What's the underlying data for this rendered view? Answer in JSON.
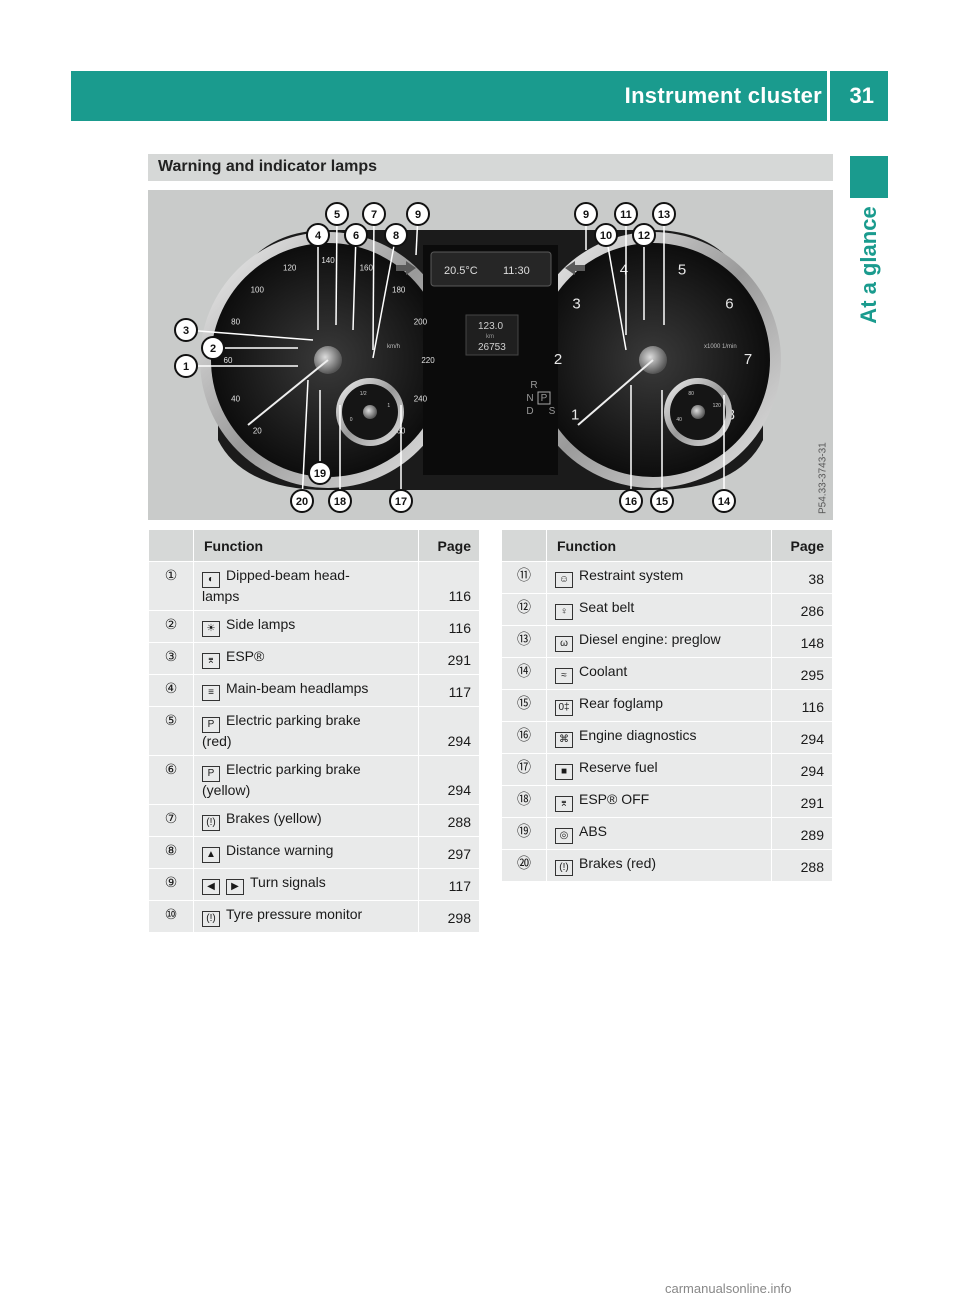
{
  "header": {
    "title": "Instrument cluster",
    "page_number": "31"
  },
  "side_label": "At a glance",
  "section_heading": "Warning and indicator lamps",
  "cluster": {
    "image_code": "P54.33-3743-31",
    "display": {
      "temp": "20.5°C",
      "time": "11:30",
      "trip": "123.0",
      "trip_unit": "km",
      "odo": "26753"
    },
    "gear_letters": [
      "R",
      "N",
      "P",
      "D",
      "S"
    ],
    "callouts": [
      "1",
      "2",
      "3",
      "4",
      "5",
      "6",
      "7",
      "8",
      "9",
      "9",
      "10",
      "11",
      "12",
      "13",
      "14",
      "15",
      "16",
      "17",
      "18",
      "19",
      "20"
    ],
    "speed_ticks": [
      "20",
      "40",
      "60",
      "80",
      "100",
      "120",
      "140",
      "160",
      "180",
      "200",
      "220",
      "240",
      "260"
    ],
    "speed_unit": "km/h",
    "rpm_ticks": [
      "1",
      "2",
      "3",
      "4",
      "5",
      "6",
      "7",
      "8"
    ],
    "rpm_unit": "x1000 1/min",
    "left_small_ticks": [
      "0",
      "1/2",
      "1"
    ],
    "right_small_ticks": [
      "40",
      "80",
      "120"
    ]
  },
  "tables": {
    "left": {
      "headers": {
        "function": "Function",
        "page": "Page"
      },
      "rows": [
        {
          "num": "①",
          "symbol_name": "dipped-beam-icon",
          "symbol": "◐",
          "text": "Dipped-beam head-\nlamps",
          "page": "116"
        },
        {
          "num": "②",
          "symbol_name": "side-lamps-icon",
          "symbol": "☀",
          "text": "Side lamps",
          "page": "116"
        },
        {
          "num": "③",
          "symbol_name": "esp-icon",
          "symbol": "⌆",
          "text": "ESP®",
          "page": "291"
        },
        {
          "num": "④",
          "symbol_name": "main-beam-icon",
          "symbol": "≡",
          "text": "Main-beam headlamps",
          "page": "117"
        },
        {
          "num": "⑤",
          "symbol_name": "parking-brake-icon",
          "symbol": "P",
          "text": "Electric parking brake\n(red)",
          "page": "294"
        },
        {
          "num": "⑥",
          "symbol_name": "parking-brake-icon",
          "symbol": "P",
          "text": "Electric parking brake\n(yellow)",
          "page": "294"
        },
        {
          "num": "⑦",
          "symbol_name": "brakes-icon",
          "symbol": "(!)",
          "text": "Brakes (yellow)",
          "page": "288"
        },
        {
          "num": "⑧",
          "symbol_name": "distance-warning-icon",
          "symbol": "▲",
          "text": "Distance warning",
          "page": "297"
        },
        {
          "num": "⑨",
          "symbol_name": "turn-signals-icon",
          "symbol": "◀",
          "symbol2": "▶",
          "text": "Turn signals",
          "page": "117"
        },
        {
          "num": "⑩",
          "symbol_name": "tyre-pressure-icon",
          "symbol": "(!)",
          "text": "Tyre pressure monitor",
          "page": "298"
        }
      ]
    },
    "right": {
      "headers": {
        "function": "Function",
        "page": "Page"
      },
      "rows": [
        {
          "num": "⑪",
          "symbol_name": "restraint-system-icon",
          "symbol": "☺",
          "text": "Restraint system",
          "page": "38"
        },
        {
          "num": "⑫",
          "symbol_name": "seat-belt-icon",
          "symbol": "♀",
          "text": "Seat belt",
          "page": "286"
        },
        {
          "num": "⑬",
          "symbol_name": "preglow-icon",
          "symbol": "ω",
          "text": "Diesel engine: preglow",
          "page": "148"
        },
        {
          "num": "⑭",
          "symbol_name": "coolant-icon",
          "symbol": "≈",
          "text": "Coolant",
          "page": "295"
        },
        {
          "num": "⑮",
          "symbol_name": "rear-foglamp-icon",
          "symbol": "0‡",
          "text": "Rear foglamp",
          "page": "116"
        },
        {
          "num": "⑯",
          "symbol_name": "engine-diagnostics-icon",
          "symbol": "⌘",
          "text": "Engine diagnostics",
          "page": "294"
        },
        {
          "num": "⑰",
          "symbol_name": "reserve-fuel-icon",
          "symbol": "■",
          "text": "Reserve fuel",
          "page": "294"
        },
        {
          "num": "⑱",
          "symbol_name": "esp-off-icon",
          "symbol": "⌆",
          "text": "ESP® OFF",
          "page": "291"
        },
        {
          "num": "⑲",
          "symbol_name": "abs-icon",
          "symbol": "◎",
          "text": "ABS",
          "page": "289"
        },
        {
          "num": "⑳",
          "symbol_name": "brakes-icon",
          "symbol": "(!)",
          "text": "Brakes (red)",
          "page": "288"
        }
      ]
    }
  },
  "watermark": "carmanualsonline.info"
}
